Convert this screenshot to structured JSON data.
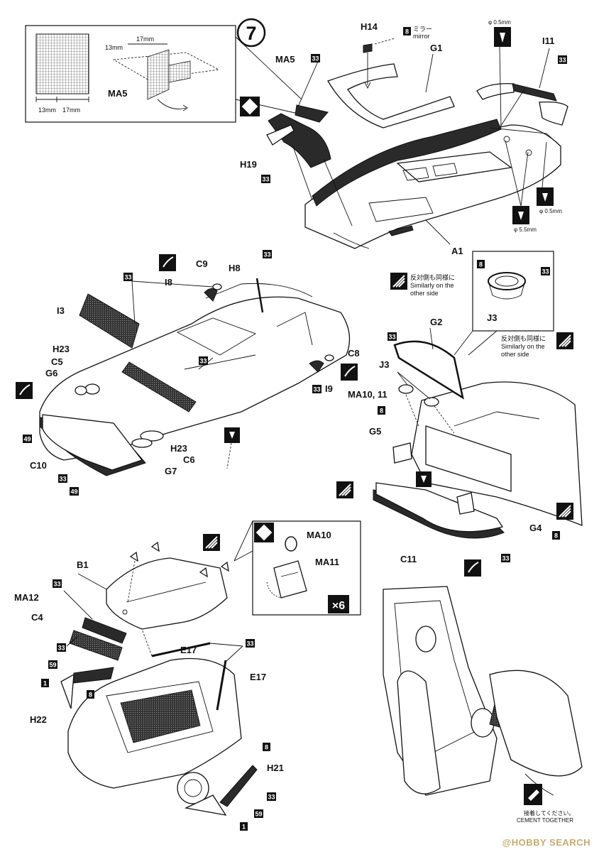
{
  "step": "7",
  "labels": {
    "MA5": "MA5",
    "H14": "H14",
    "G1": "G1",
    "I11": "I11",
    "H19": "H19",
    "A1": "A1",
    "C9": "C9",
    "H8": "H8",
    "I8": "I8",
    "I3": "I3",
    "H23": "H23",
    "C5": "C5",
    "G6": "G6",
    "C8": "C8",
    "I9": "I9",
    "C10": "C10",
    "C6": "C6",
    "G7": "G7",
    "G2": "G2",
    "J3": "J3",
    "MA10_11": "MA10, 11",
    "G5": "G5",
    "G4": "G4",
    "C11": "C11",
    "B1": "B1",
    "MA10": "MA10",
    "MA11": "MA11",
    "MA12": "MA12",
    "C4": "C4",
    "E17": "E17",
    "H22": "H22",
    "H21": "H21"
  },
  "dimensions": {
    "d17": "17mm",
    "d13": "13mm",
    "phi05": "φ 0.5mm",
    "phi55": "φ 5.5mm"
  },
  "notes": {
    "mirror_jp": "ミラー",
    "mirror_en": "mirror",
    "similarly_jp": "反対側も同様に",
    "similarly_en_1": "Similarly on the",
    "similarly_en_2": "other side",
    "multiplier": "×6",
    "cement_jp": "接着してください。",
    "cement_en": "CEMENT TOGETHER"
  },
  "color_codes": {
    "c8": "8",
    "c33": "33",
    "c49": "49",
    "c59": "59",
    "c1": "1"
  },
  "footer": "@HOBBY SEARCH",
  "colors": {
    "ink": "#111111",
    "footer": "#c9a96a"
  }
}
